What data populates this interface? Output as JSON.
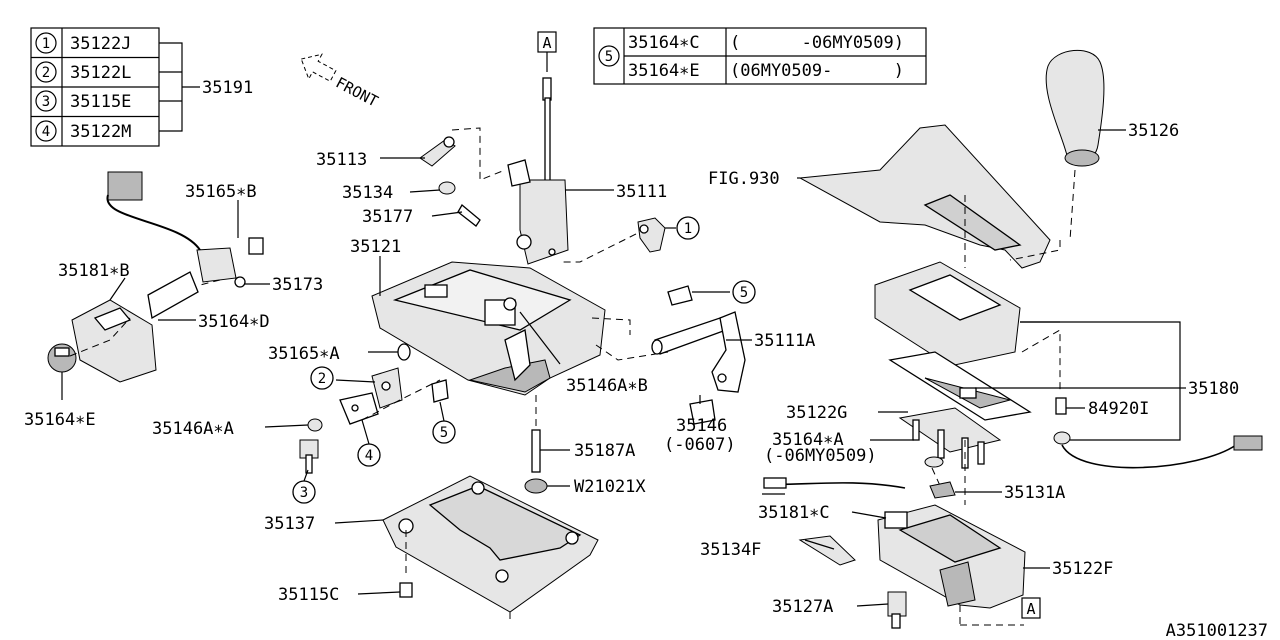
{
  "legend_table": {
    "rows": [
      {
        "num": "1",
        "part": "35122J"
      },
      {
        "num": "2",
        "part": "35122L"
      },
      {
        "num": "3",
        "part": "35115E"
      },
      {
        "num": "4",
        "part": "35122M"
      }
    ],
    "assembly": "35191"
  },
  "variant_table": {
    "num": "5",
    "rows": [
      {
        "part": "35164∗C",
        "range": "(      -06MY0509)"
      },
      {
        "part": "35164∗E",
        "range": "(06MY0509-      )"
      }
    ]
  },
  "front_arrow": "FRONT",
  "labels": {
    "l35113": "35113",
    "l35134": "35134",
    "l35177": "35177",
    "l35111": "35111",
    "l35165b": "35165∗B",
    "l35121": "35121",
    "l35181b": "35181∗B",
    "l35173": "35173",
    "l35164d": "35164∗D",
    "l35165a": "35165∗A",
    "l35164e": "35164∗E",
    "l35146aa": "35146A∗A",
    "l35146ab": "35146A∗B",
    "l35111a": "35111A",
    "l35146": "35146",
    "l35146r": "(-0607)",
    "l35187a": "35187A",
    "lw21021x": "W21021X",
    "l35137": "35137",
    "l35115c": "35115C",
    "lfig930": "FIG.930",
    "l35126": "35126",
    "l35180": "35180",
    "l35122g": "35122G",
    "l84920i": "84920I",
    "l35164a": "35164∗A",
    "l35164ar": "(-06MY0509)",
    "l35131a": "35131A",
    "l35181c": "35181∗C",
    "l35134f": "35134F",
    "l35122f": "35122F",
    "l35127a": "35127A"
  },
  "callouts": {
    "c1": "1",
    "c2": "2",
    "c3": "3",
    "c4": "4",
    "c5a": "5",
    "c5b": "5"
  },
  "ref_markers": {
    "top": "A",
    "bottom": "A"
  },
  "diagram_id": "A351001237"
}
